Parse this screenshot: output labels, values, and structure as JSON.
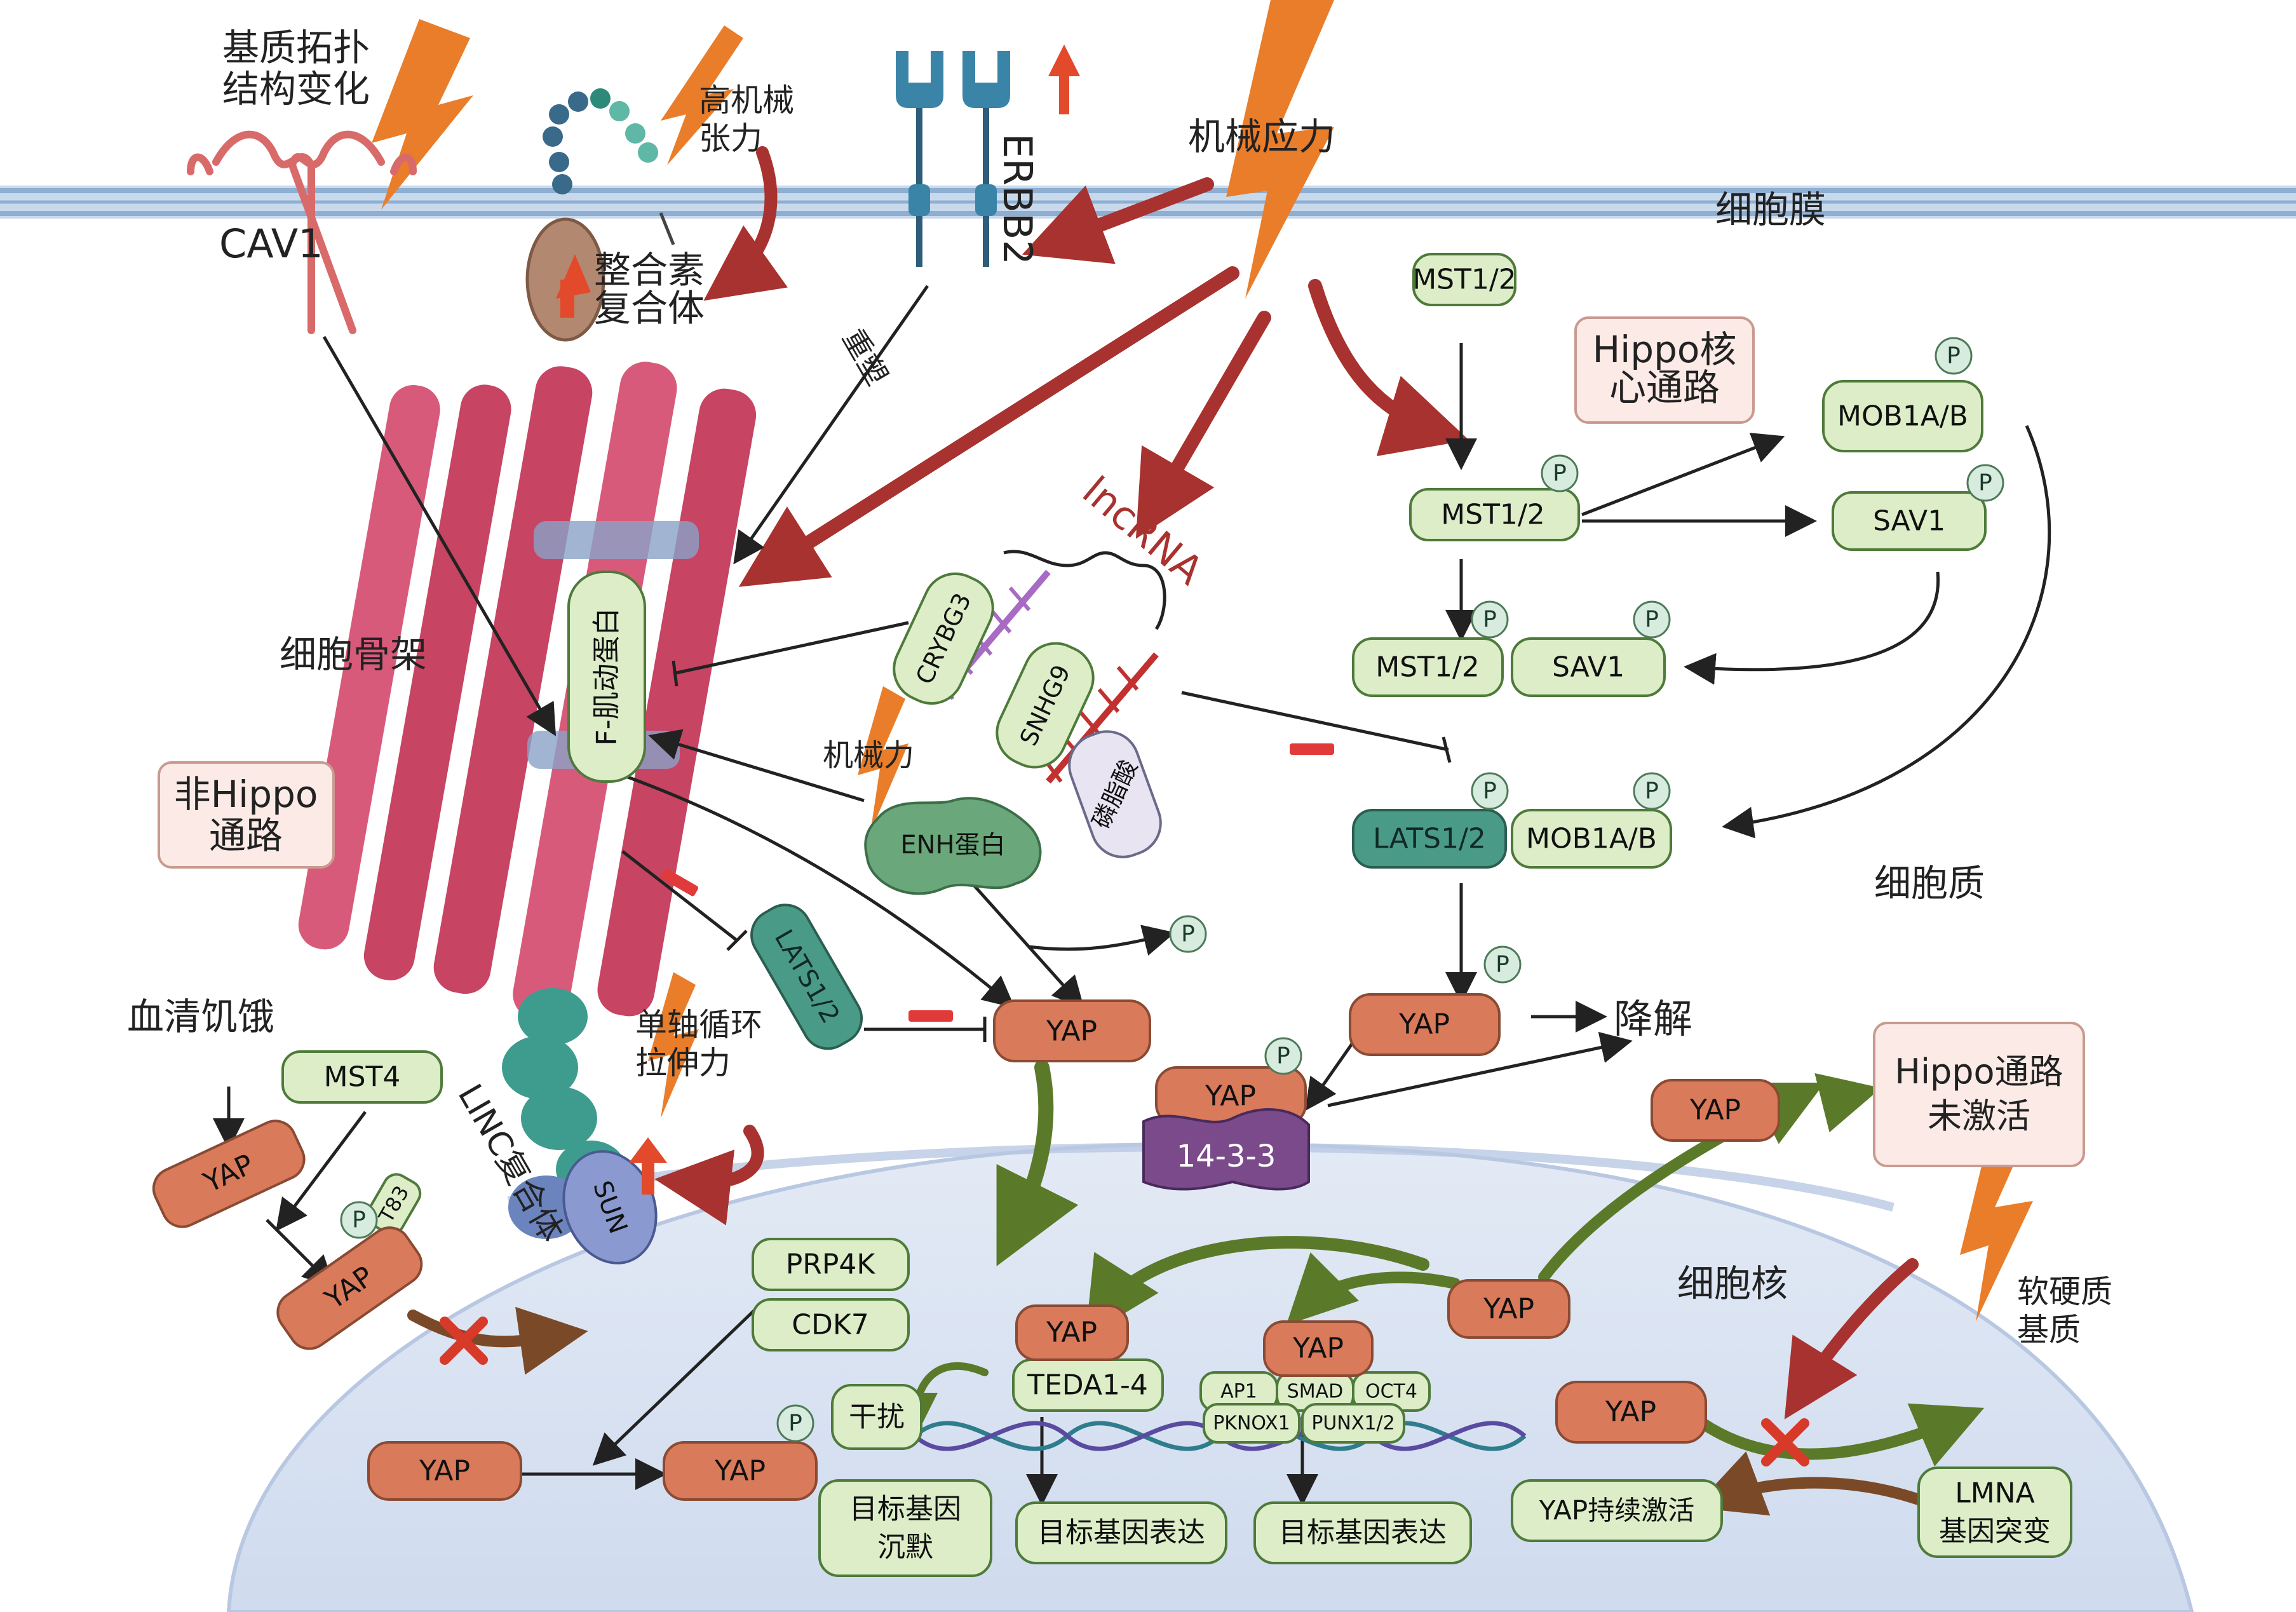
{
  "labels": {
    "matrix_topology": [
      "基质拓扑",
      "结构变化"
    ],
    "high_tension": [
      "高机械",
      "张力"
    ],
    "mech_stress": "机械应力",
    "membrane": "细胞膜",
    "cav1": "CAV1",
    "integrin": [
      "整合素",
      "复合体"
    ],
    "erbb2": "ERBB2",
    "remodel": "重塑",
    "cytoskeleton": "细胞骨架",
    "lncrna": "lncRNA",
    "mech_force": "机械力",
    "phospholipid": "磷脂酸",
    "non_hippo": [
      "非Hippo",
      "通路"
    ],
    "hippo_core": [
      "Hippo核",
      "心通路"
    ],
    "cytoplasm": "细胞质",
    "degrade": "降解",
    "serum": "血清饥饿",
    "uniaxial": [
      "单轴循环",
      "拉伸力"
    ],
    "linc": "LINC复合体",
    "nucleus": "细胞核",
    "hippo_inactive": [
      "Hippo通路",
      "未激活"
    ],
    "soft_hard": [
      "软硬质",
      "基质"
    ],
    "interfere": "干扰",
    "silence": [
      "目标基因",
      "沉默"
    ],
    "express1": "目标基因表达",
    "express2": "目标基因表达",
    "sustain": "YAP持续激活",
    "lmna": [
      "LMNA",
      "基因突变"
    ],
    "p": "P"
  },
  "boxes": {
    "f_actin": "F-肌动蛋白",
    "crybg3": "CRYBG3",
    "snhg9": "SNHG9",
    "enh": "ENH蛋白",
    "lats_left": "LATS1/2",
    "yap_mid": "YAP",
    "mst12_top": "MST1/2",
    "mst12_p": "MST1/2",
    "mob1ab": "MOB1A/B",
    "sav1": "SAV1",
    "mst12_sav": "MST1/2",
    "sav1_b": "SAV1",
    "lats12": "LATS1/2",
    "mob1ab_b": "MOB1A/B",
    "yap_cyto": "YAP",
    "yap_1433": "YAP",
    "p1433": "14-3-3",
    "yap_right": "YAP",
    "mst4": "MST4",
    "yap_left1": "YAP",
    "yap_left2": "YAP",
    "t83": "T83",
    "sun": "SUN",
    "prp4k": "PRP4K",
    "cdk7": "CDK7",
    "yap_n1": "YAP",
    "yap_n2": "YAP",
    "yap_teda": "YAP",
    "teda": "TEDA1-4",
    "yap_tf": "YAP",
    "ap1": "AP1",
    "smad": "SMAD",
    "oct4": "OCT4",
    "pknox1": "PKNOX1",
    "punx": "PUNX1/2",
    "yap_n3": "YAP",
    "yap_n4": "YAP"
  }
}
